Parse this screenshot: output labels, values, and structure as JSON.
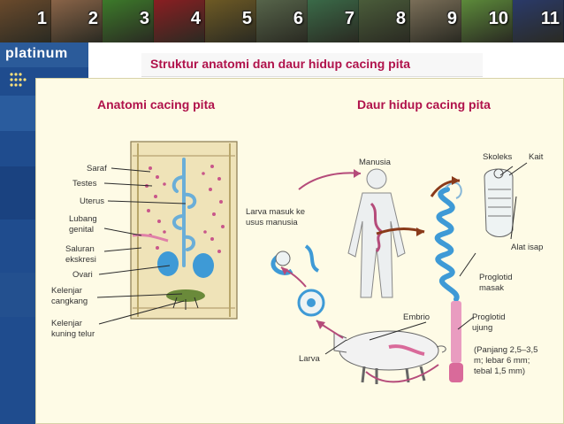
{
  "strip": {
    "tiles": [
      {
        "label": "1",
        "color": "#6a4a2c"
      },
      {
        "label": "2",
        "color": "#8a6448"
      },
      {
        "label": "3",
        "color": "#3c7a2a"
      },
      {
        "label": "4",
        "color": "#8a1e22"
      },
      {
        "label": "5",
        "color": "#6e5a24"
      },
      {
        "label": "6",
        "color": "#56644a"
      },
      {
        "label": "7",
        "color": "#3a6a48"
      },
      {
        "label": "8",
        "color": "#4a5c3a"
      },
      {
        "label": "9",
        "color": "#7a6e58"
      },
      {
        "label": "10",
        "color": "#5c8a3a"
      },
      {
        "label": "11",
        "color": "#2a3a6a"
      }
    ]
  },
  "sidebar": {
    "logo_text": "platinum"
  },
  "slide": {
    "title": "Struktur anatomi dan daur hidup cacing pita",
    "anatomy_header": "Anatomi cacing pita",
    "lifecycle_header": "Daur hidup cacing pita"
  },
  "anatomy_labels": {
    "saraf": "Saraf",
    "testes": "Testes",
    "uterus": "Uterus",
    "lubang": "Lubang",
    "genital": "genital",
    "saluran": "Saluran",
    "ekskresi": "ekskresi",
    "ovari": "Ovari",
    "kelenjar1": "Kelenjar",
    "cangkang": "cangkang",
    "kelenjar2": "Kelenjar",
    "kuning": "kuning telur"
  },
  "lifecycle_labels": {
    "manusia": "Manusia",
    "skoleks": "Skoleks",
    "kait": "Kait",
    "larva_masuk1": "Larva masuk ke",
    "larva_masuk2": "usus manusia",
    "alat_isap": "Alat isap",
    "proglotid_masak1": "Proglotid",
    "proglotid_masak2": "masak",
    "embrio": "Embrio",
    "proglotid_ujung1": "Proglotid",
    "proglotid_ujung2": "ujung",
    "larva": "Larva",
    "size1": "(Panjang 2,5–3,5",
    "size2": "m; lebar 6 mm;",
    "size3": "tebal 1,5 mm)"
  }
}
